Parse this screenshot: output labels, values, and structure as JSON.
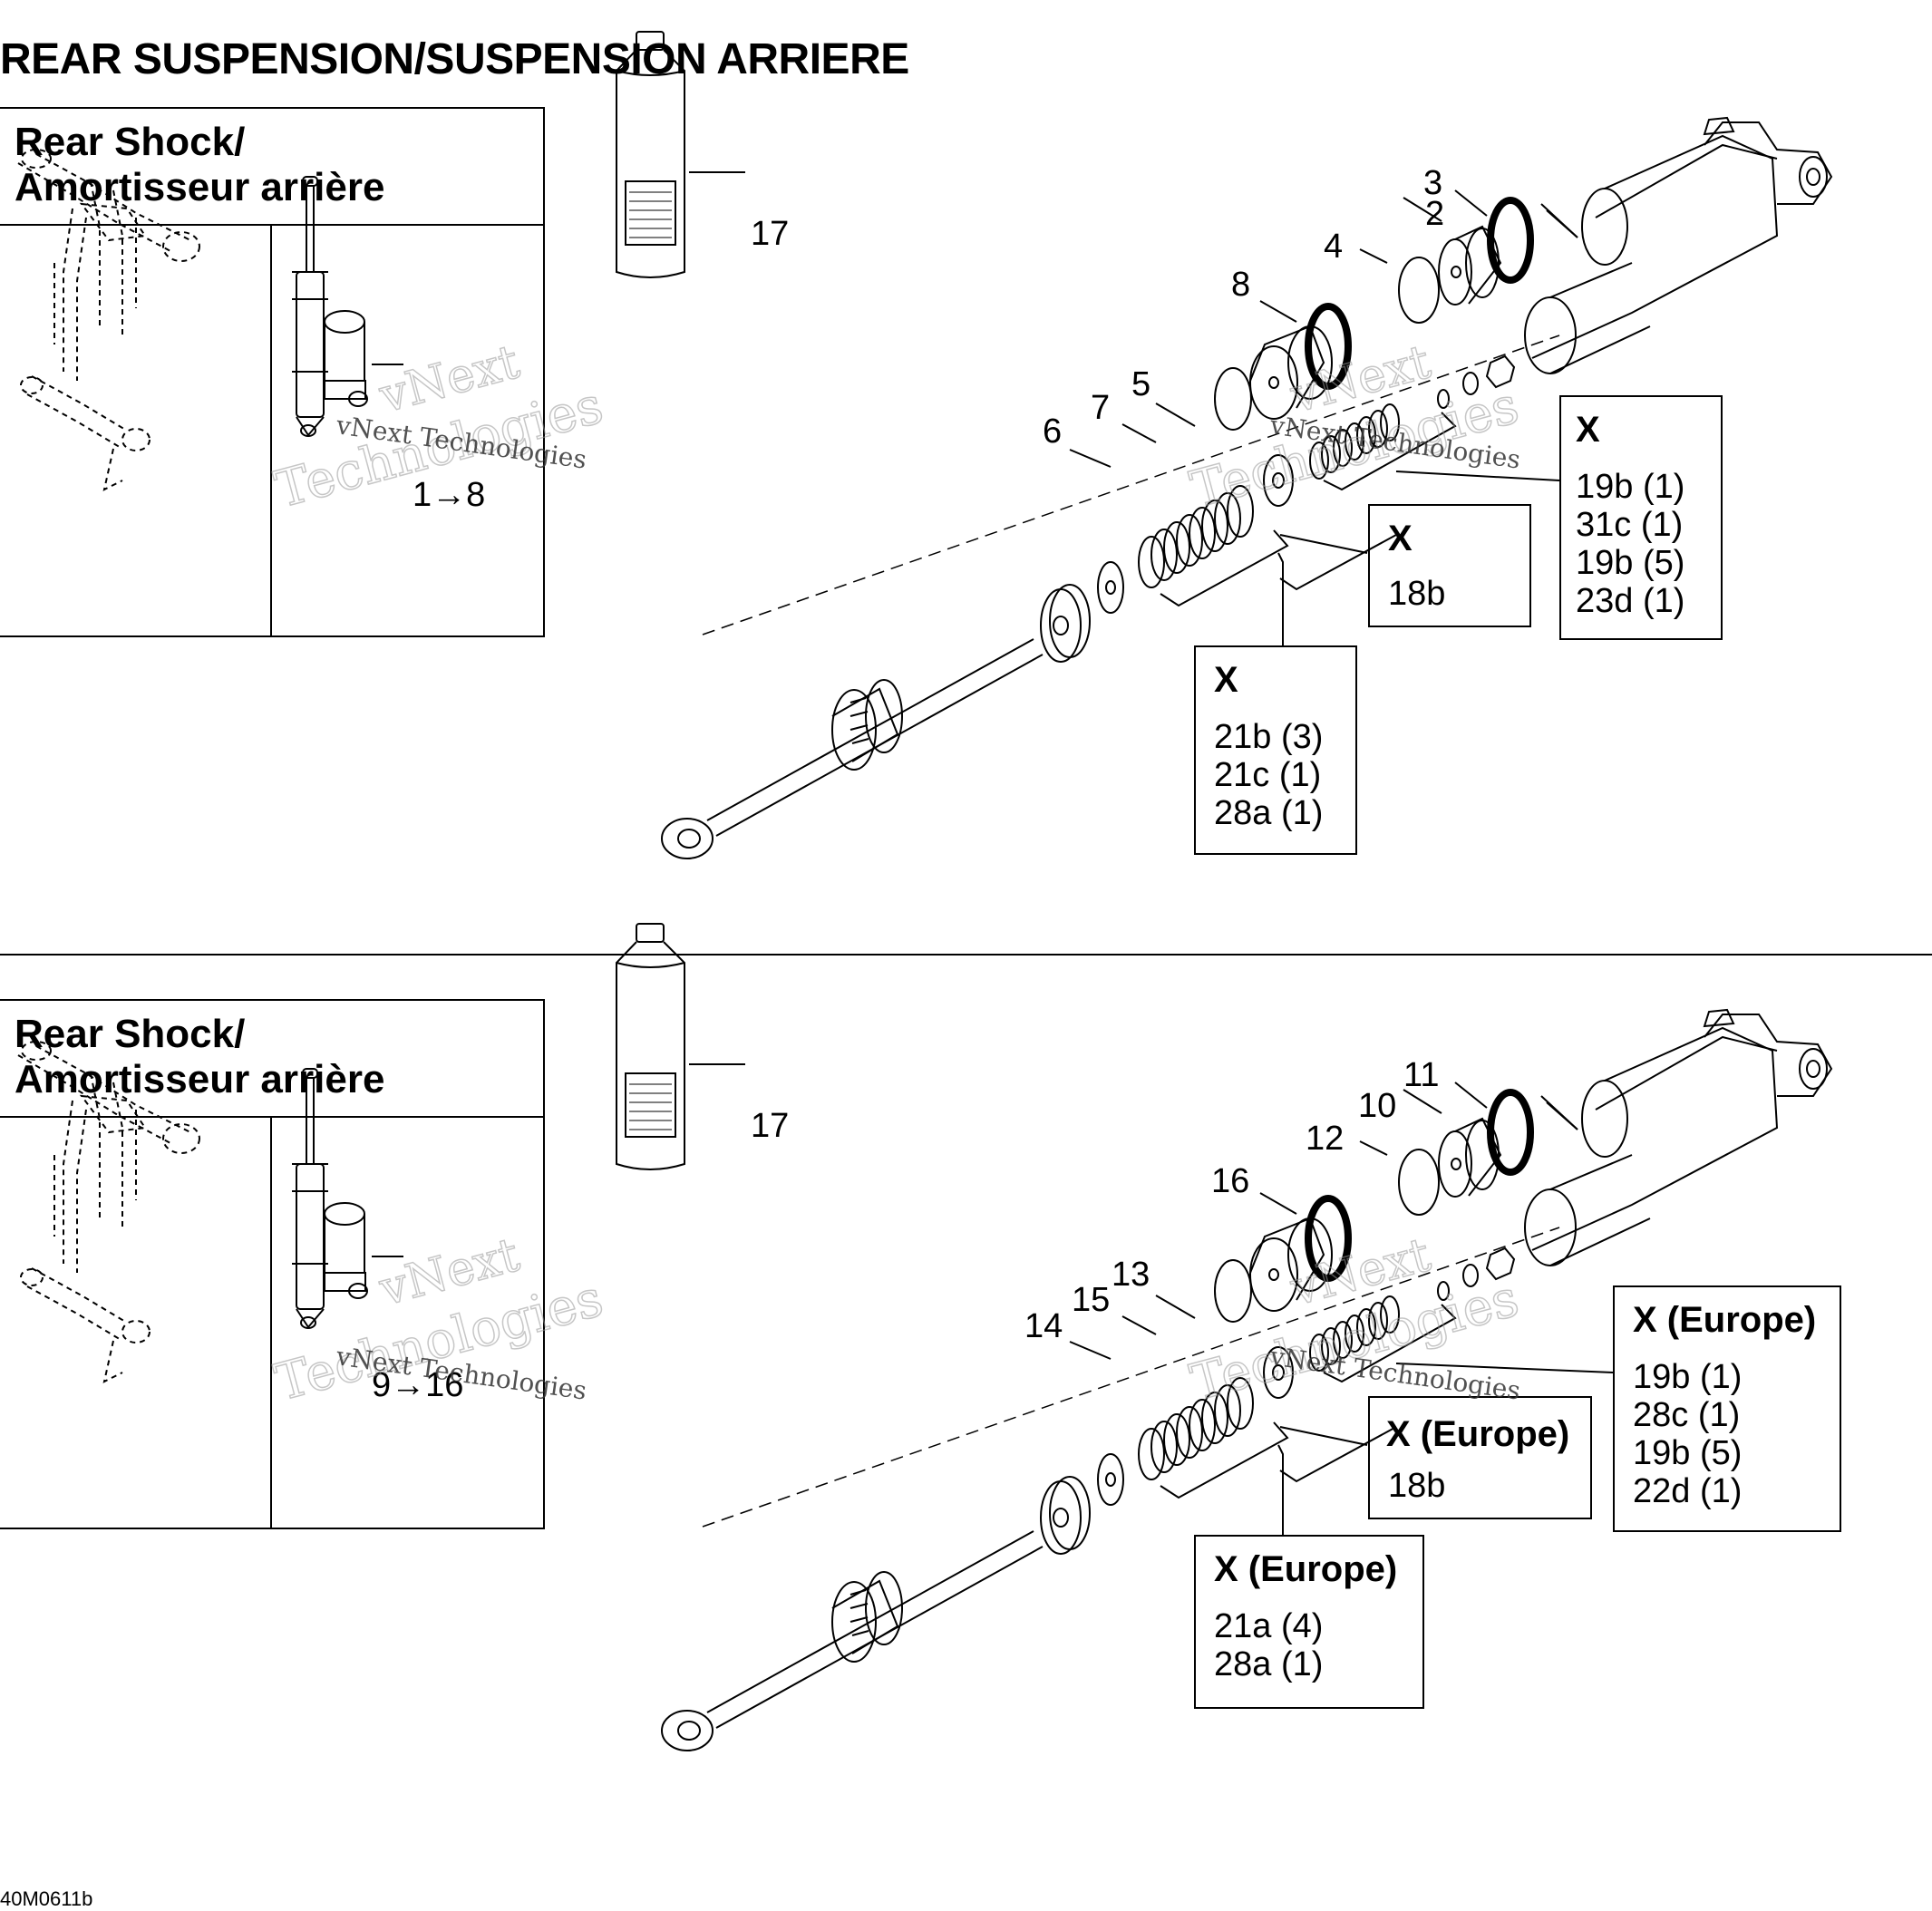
{
  "page_title": "REAR SUSPENSION/SUSPENSION ARRIERE",
  "drawing_code": "40M0611b",
  "watermark": {
    "line1": "vNext",
    "line2": "Technologies",
    "small": "vNext Technologies"
  },
  "sections": [
    {
      "inset_title": "Rear Shock/\nAmortisseur arrière",
      "range_label": "1→8",
      "container_label": "17",
      "part_labels": [
        "2",
        "3",
        "4",
        "5",
        "6",
        "7",
        "8"
      ],
      "callouts": [
        {
          "heading": "X",
          "items": "18b"
        },
        {
          "heading": "X",
          "items": "19b (1)\n31c (1)\n19b (5)\n23d (1)"
        },
        {
          "heading": "X",
          "items": "21b (3)\n21c (1)\n28a (1)"
        }
      ]
    },
    {
      "inset_title": "Rear Shock/\nAmortisseur arrière",
      "range_label": "9→16",
      "container_label": "17",
      "part_labels": [
        "10",
        "11",
        "12",
        "13",
        "14",
        "15",
        "16"
      ],
      "callouts": [
        {
          "heading": "X (Europe)",
          "items": "18b"
        },
        {
          "heading": "X (Europe)",
          "items": "19b (1)\n28c (1)\n19b (5)\n22d (1)"
        },
        {
          "heading": "X (Europe)",
          "items": "21a (4)\n28a (1)"
        }
      ]
    }
  ]
}
